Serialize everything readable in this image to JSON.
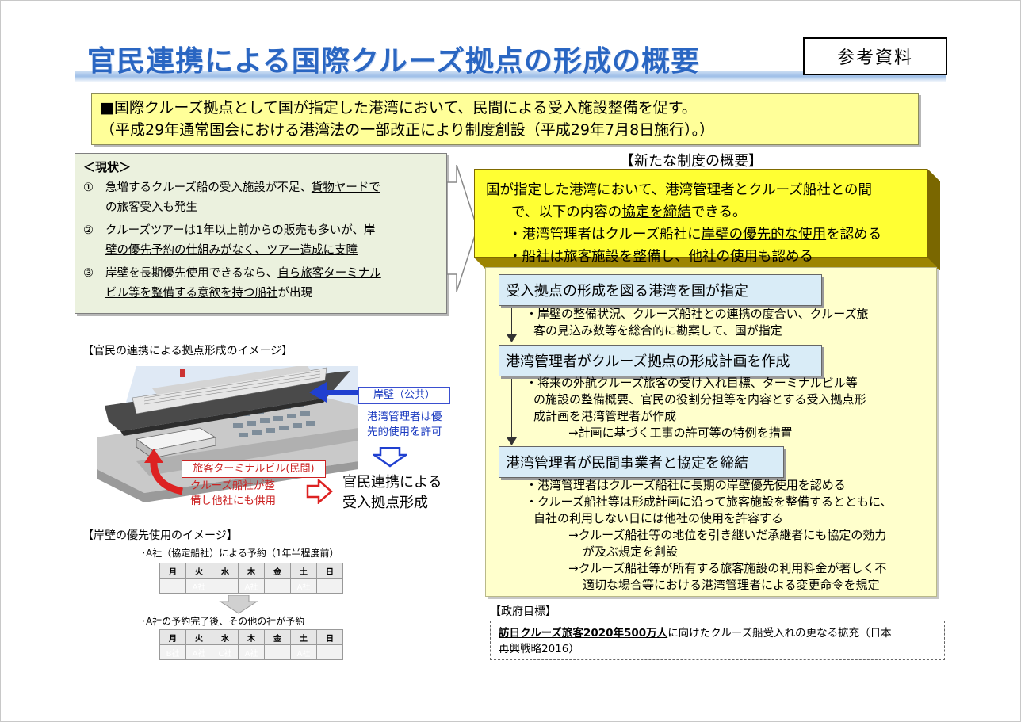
{
  "title": "官民連携による国際クルーズ拠点の形成の概要",
  "ref_label": "参考資料",
  "summary": {
    "line1": "■国際クルーズ拠点として国が指定した港湾において、民間による受入施設整備を促す。",
    "line2": "（平成29年通常国会における港湾法の一部改正により制度創設（平成29年7月8日施行）。）"
  },
  "current": {
    "heading": "＜現状＞",
    "items": [
      {
        "num": "①",
        "pre": "急増するクルーズ船の受入施設が不足、",
        "u1": "貨物ヤードで",
        "post": "",
        "line2u": "の旅客受入も発生",
        "line2": ""
      },
      {
        "num": "②",
        "pre": "クルーズツアーは1年以上前からの販売も多いが、",
        "u1": "岸",
        "post": "",
        "line2u": "壁の優先予約の仕組みがなく、ツアー造成に支障",
        "line2": ""
      },
      {
        "num": "③",
        "pre": "岸壁を長期優先使用できるなら、",
        "u1": "自ら旅客ターミナル",
        "post": "",
        "line2u": "ビル等を整備する意欲を持つ船社",
        "line2": "が出現"
      }
    ]
  },
  "new_system": {
    "heading": "【新たな制度の概要】",
    "line1": "国が指定した港湾において、港湾管理者とクルーズ船社との間",
    "line2_pre": "で、以下の内容の",
    "line2_u": "協定を締結",
    "line2_post": "できる。",
    "line3_pre": "・港湾管理者はクルーズ船社に",
    "line3_u": "岸壁の優先的な使用",
    "line3_post": "を認める",
    "line4_pre": "・船社は",
    "line4_u": "旅客施設を整備し、他社の使用も認める",
    "line4_post": ""
  },
  "steps": [
    {
      "title": "受入拠点の形成を図る港湾を国が指定",
      "lines": [
        "・岸壁の整備状況、クルーズ船社との連携の度合い、クルーズ旅",
        "客の見込み数等を総合的に勘案して、国が指定"
      ]
    },
    {
      "title": "港湾管理者がクルーズ拠点の形成計画を作成",
      "lines": [
        "・将来の外航クルーズ旅客の受け入れ目標、ターミナルビル等",
        "の施設の整備概要、官民の役割分担等を内容とする受入拠点形",
        "成計画を港湾管理者が作成",
        "→計画に基づく工事の許可等の特例を措置"
      ]
    },
    {
      "title": "港湾管理者が民間事業者と協定を締結",
      "lines": [
        "・港湾管理者はクルーズ船社に長期の岸壁優先使用を認める",
        "・クルーズ船社等は形成計画に沿って旅客施設を整備するとともに、",
        "自社の利用しない日には他社の使用を許容する",
        "→クルーズ船社等の地位を引き継いだ承継者にも協定の効力",
        "が及ぶ規定を創設",
        "→クルーズ船社等が所有する旅客施設の利用料金が著しく不",
        "適切な場合等における港湾管理者による変更命令を規定"
      ]
    }
  ],
  "image": {
    "caption": "【官民の連携による拠点形成のイメージ】",
    "pier_label": "岸壁（公共）",
    "pier_note1": "港湾管理者は優",
    "pier_note2": "先的使用を許可",
    "terminal_label": "旅客ターミナルビル(民間)",
    "terminal_note1": "クルーズ船社が整",
    "terminal_note2": "備し他社にも供用",
    "result1": "官民連携による",
    "result2": "受入拠点形成"
  },
  "calendar": {
    "caption": "【岸壁の優先使用のイメージ】",
    "sub1": "･A社（協定船社）による予約（1年半程度前）",
    "sub2": "･A社の予約完了後、その他の社が予約",
    "days": [
      "月",
      "火",
      "水",
      "木",
      "金",
      "土",
      "日"
    ],
    "row1": [
      "",
      "A社",
      "",
      "A社",
      "",
      "A社",
      ""
    ],
    "row2": [
      "B社",
      "A社",
      "C社",
      "A社",
      "",
      "A社",
      ""
    ]
  },
  "goal": {
    "caption": "【政府目標】",
    "bold": "訪日クルーズ旅客2020年500万人",
    "rest": "に向けたクルーズ船受入れの更なる拡充（日本",
    "line2": "再興戦略2016）"
  }
}
